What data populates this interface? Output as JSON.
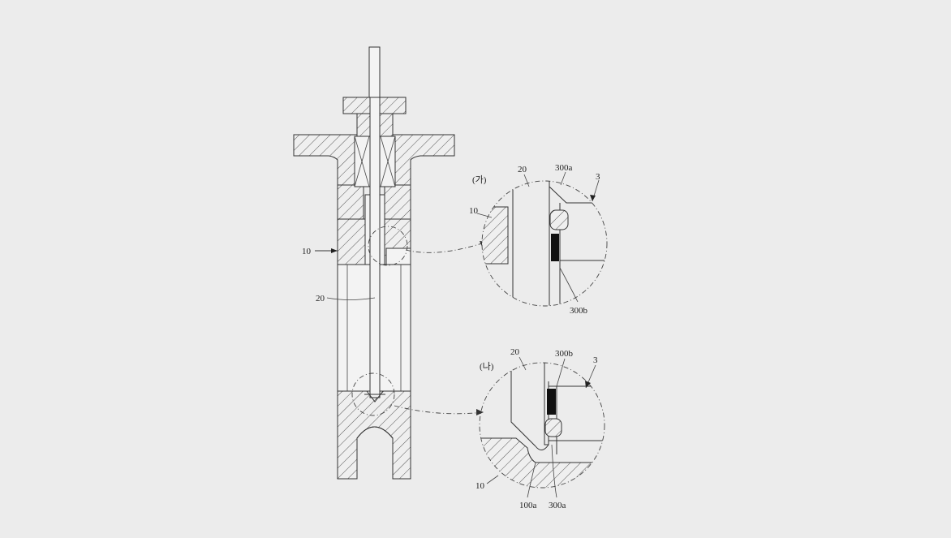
{
  "labels": {
    "main_body": "10",
    "main_stem": "20",
    "detail_a_title": "(가)",
    "detail_a_stem": "20",
    "detail_a_body": "10",
    "detail_a_seal_ring": "300a",
    "detail_a_seal_pad": "300b",
    "detail_a_ref": "3",
    "detail_b_title": "(나)",
    "detail_b_stem": "20",
    "detail_b_seal_pad": "300b",
    "detail_b_ref": "3",
    "detail_b_body": "10",
    "detail_b_groove": "100a",
    "detail_b_seal_ring": "300a"
  },
  "colors": {
    "background": "#ececec",
    "line": "#333333",
    "seal_black": "#111111"
  }
}
